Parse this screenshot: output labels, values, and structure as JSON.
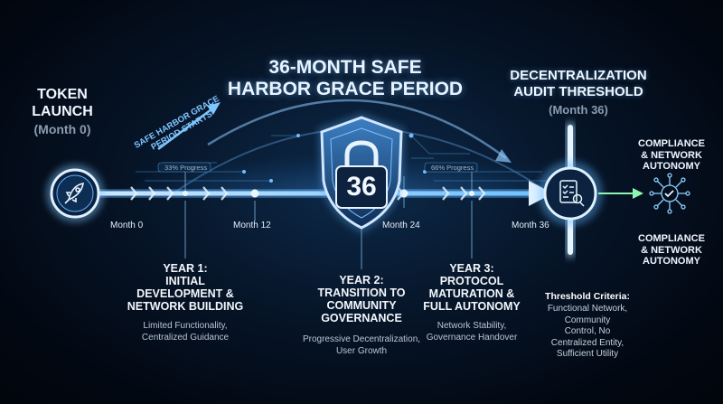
{
  "title": {
    "line1": "36-MONTH SAFE",
    "line2": "HARBOR GRACE PERIOD"
  },
  "launch": {
    "title_l1": "TOKEN",
    "title_l2": "LAUNCH",
    "sub": "(Month 0)"
  },
  "audit": {
    "title_l1": "DECENTRALIZATION",
    "title_l2": "AUDIT THRESHOLD",
    "sub": "(Month 36)"
  },
  "grace_start": {
    "l1": "SAFE HARBOR GRACE",
    "l2": "PERIOD STARTS"
  },
  "shield_number": "36",
  "progress": {
    "p33": "33% Progress",
    "p66": "66% Progress"
  },
  "months": [
    "Month 0",
    "Month 12",
    "Month 24",
    "Month 36"
  ],
  "years": [
    {
      "l1": "YEAR 1:",
      "l2": "INITIAL",
      "l3": "DEVELOPMENT &",
      "l4": "NETWORK BUILDING",
      "s1": "Limited Functionality,",
      "s2": "Centralized Guidance"
    },
    {
      "l1": "YEAR 2:",
      "l2": "TRANSITION TO",
      "l3": "COMMUNITY",
      "l4": "GOVERNANCE",
      "s1": "Progressive Decentralization,",
      "s2": "User Growth"
    },
    {
      "l1": "YEAR 3:",
      "l2": "PROTOCOL",
      "l3": "MATURATION &",
      "l4": "FULL AUTONOMY",
      "s1": "Network Stability,",
      "s2": "Governance Handover"
    }
  ],
  "outcomes": [
    {
      "l1": "COMPLIANCE",
      "l2": "& NETWORK",
      "l3": "AUTONOMY"
    },
    {
      "l1": "COMPLIANCE",
      "l2": "& NETWORK",
      "l3": "AUTONOMY"
    }
  ],
  "threshold": {
    "heading": "Threshold Criteria:",
    "lines": [
      "Functional Network,",
      "Community",
      "Control, No",
      "Centralized Entity,",
      "Sufficient Utility"
    ]
  },
  "colors": {
    "accent": "#4fb3ff",
    "glow": "#9fd6ff",
    "green": "#39e07a",
    "bg": "#061427"
  },
  "icons": [
    "rocket-icon",
    "lock-shield-icon",
    "checklist-search-icon",
    "network-check-icon"
  ]
}
